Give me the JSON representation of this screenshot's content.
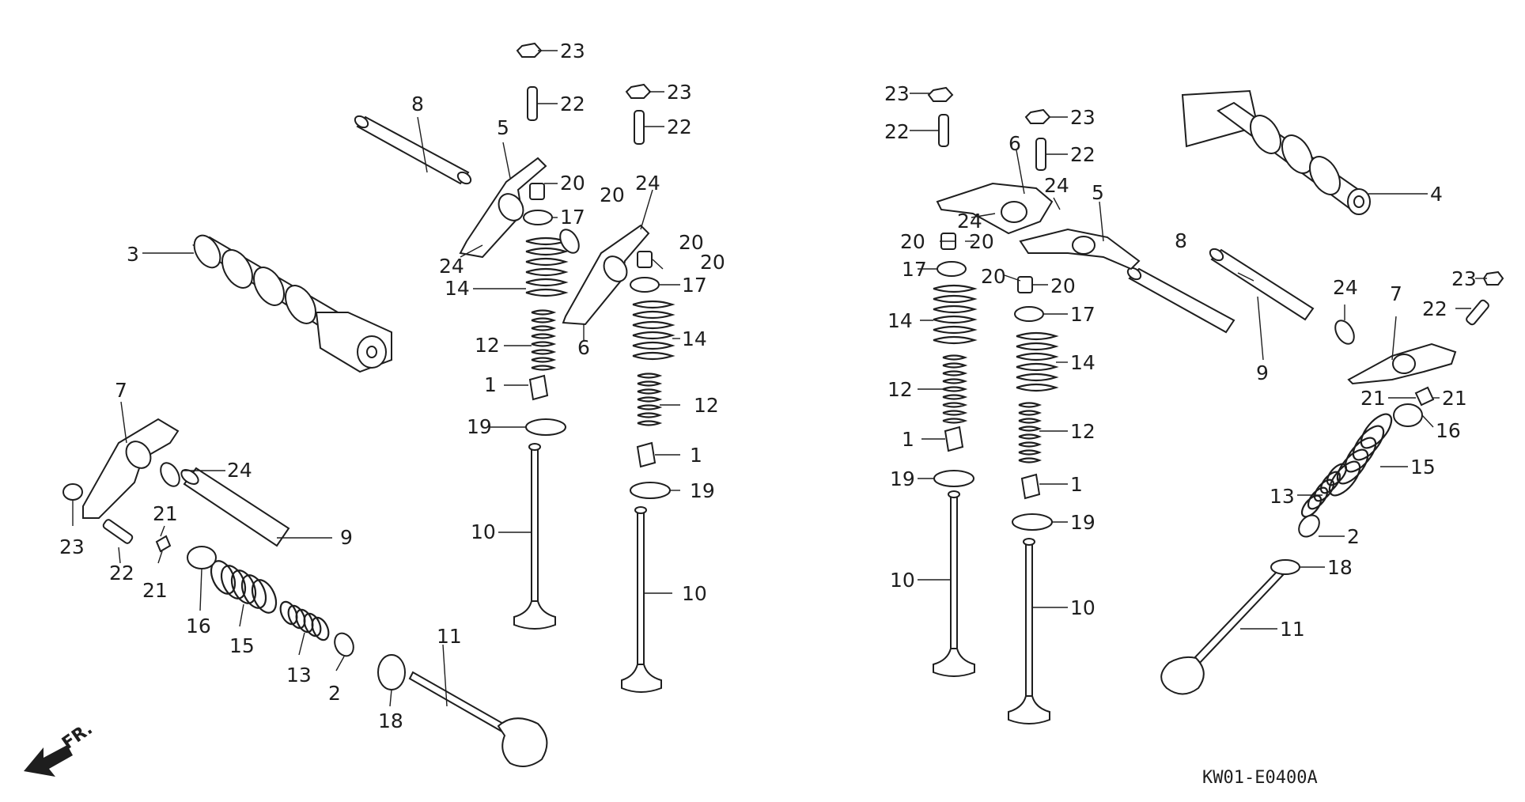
{
  "diagram": {
    "code": "KW01-E0400A",
    "direction_label": "FR.",
    "callouts": {
      "c1": "1",
      "c2": "2",
      "c3": "3",
      "c4": "4",
      "c5": "5",
      "c6": "6",
      "c7": "7",
      "c8": "8",
      "c9": "9",
      "c10": "10",
      "c11": "11",
      "c12": "12",
      "c13": "13",
      "c14": "14",
      "c15": "15",
      "c16": "16",
      "c17": "17",
      "c18": "18",
      "c19": "19",
      "c20": "20",
      "c21": "21",
      "c22": "22",
      "c23": "23",
      "c24": "24"
    }
  }
}
